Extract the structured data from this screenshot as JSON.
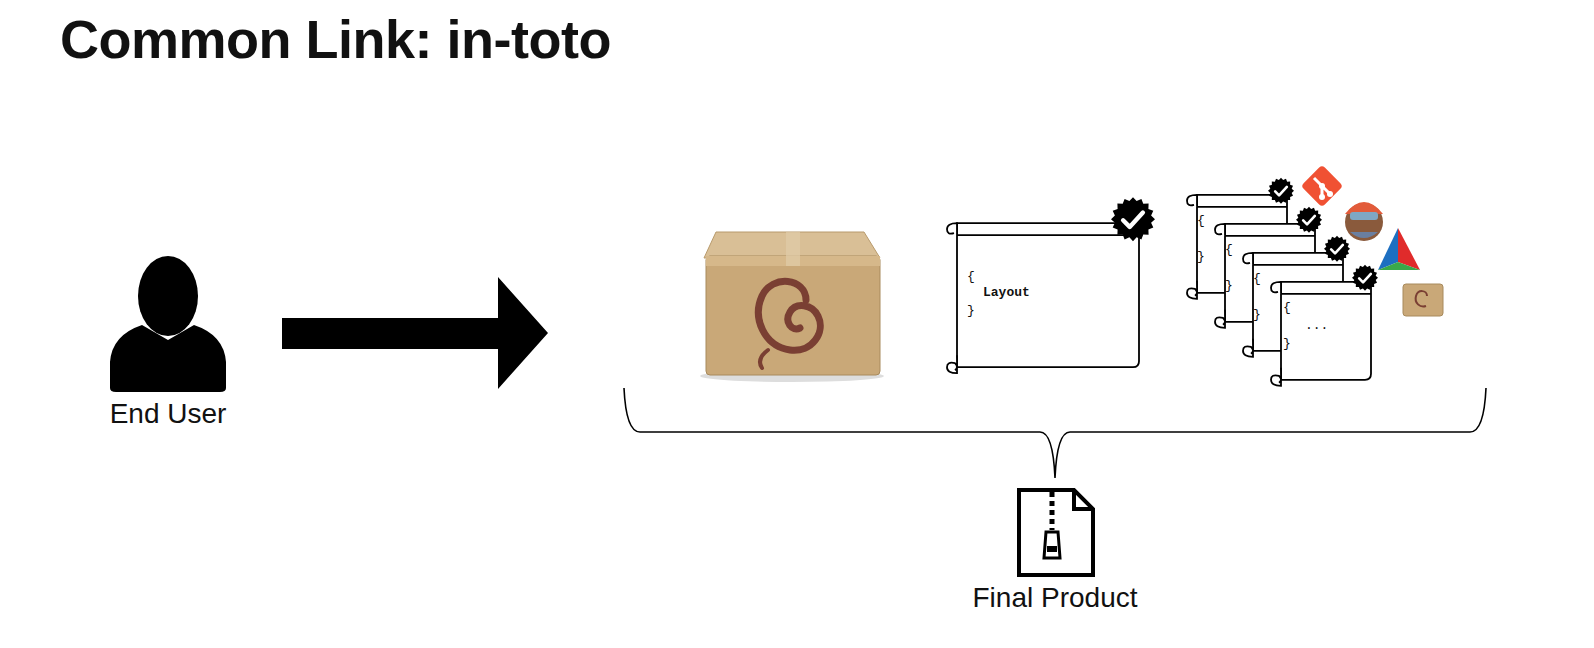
{
  "diagram": {
    "title": "Common Link: in-toto",
    "nodes": [
      {
        "text": [
          "{",
          "Layout",
          "}"
        ]
      },
      {
        "text": [
          "{",
          "}"
        ]
      },
      {
        "text": [
          "{",
          "}"
        ]
      },
      {
        "text": [
          "{",
          "}"
        ]
      },
      {
        "text": [
          "{",
          "...",
          "}"
        ]
      }
    ],
    "labels": [
      "End User",
      "Final Product"
    ]
  }
}
